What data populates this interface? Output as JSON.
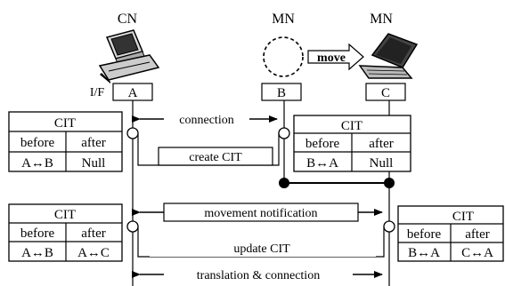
{
  "nodes": {
    "cn_label": "CN",
    "mn_label_1": "MN",
    "mn_label_2": "MN",
    "if_label": "I/F",
    "iface_a": "A",
    "iface_b": "B",
    "iface_c": "C",
    "move_label": "move"
  },
  "cit_left_1": {
    "title": "CIT",
    "col_before": "before",
    "col_after": "after",
    "before": "A↔B",
    "after": "Null"
  },
  "cit_right_1": {
    "title": "CIT",
    "col_before": "before",
    "col_after": "after",
    "before": "B↔A",
    "after": "Null"
  },
  "cit_left_2": {
    "title": "CIT",
    "col_before": "before",
    "col_after": "after",
    "before": "A↔B",
    "after": "A↔C"
  },
  "cit_right_2": {
    "title": "CIT",
    "col_before": "before",
    "col_after": "after",
    "before": "B↔A",
    "after": "C↔A"
  },
  "messages": {
    "connection": "connection",
    "create_cit": "create CIT",
    "movement_notification": "movement notification",
    "update_cit": "update CIT",
    "translation_connection": "translation & connection"
  },
  "icons": {
    "cn": "desktop-computer-icon",
    "mn_ghost": "dashed-circle-icon",
    "mn_new": "laptop-icon"
  }
}
